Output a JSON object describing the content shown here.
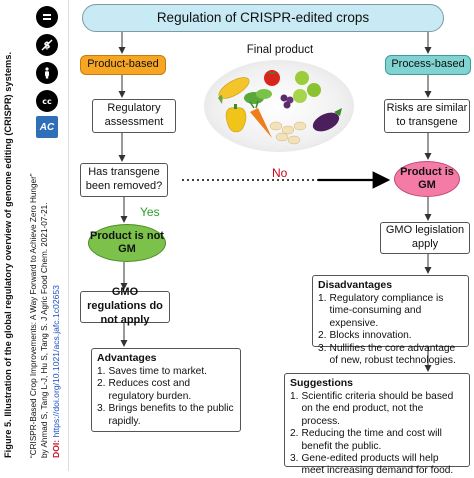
{
  "caption": {
    "figure_title": "Figure 5. Illustration of the global regulatory overview of genome editing (CRISPR) systems.",
    "citation_line1": "“CRISPR-Based Crop Improvements: A Way Forward to Achieve Zero Hunger”",
    "citation_line2": "by Ahmad S, Tang L-J, Hu S, Tang S. J Agric Food Chem. 2021-07-21.",
    "doi_label": "DOI:",
    "doi_link": "https://doi.org/10.1021/acs.jafc.1c02653",
    "license_icons": [
      "cc-nd-icon",
      "cc-nc-icon",
      "cc-by-icon",
      "cc-icon"
    ],
    "publisher_logo": "acs-logo"
  },
  "diagram": {
    "title": "Regulation of CRISPR-edited crops",
    "final_product_label": "Final product",
    "left": {
      "header": "Product-based",
      "step1": "Regulatory assessment",
      "question": "Has transgene been removed?",
      "yes_label": "Yes",
      "outcome": "Product is not GM",
      "regulation": "GMO regulations do not apply",
      "advantages": {
        "title": "Advantages",
        "items": [
          {
            "num": "1.",
            "text": "Saves time to market."
          },
          {
            "num": "2.",
            "text": "Reduces cost and regulatory burden."
          },
          {
            "num": "3.",
            "text": "Brings benefits to the public rapidly."
          }
        ]
      }
    },
    "no_label": "No",
    "right": {
      "header": "Process-based",
      "step1": "Risks are similar to transgene",
      "outcome": "Product is GM",
      "regulation": "GMO legislation apply",
      "disadvantages": {
        "title": "Disadvantages",
        "items": [
          {
            "num": "1.",
            "text": "Regulatory compliance is time-consuming and expensive."
          },
          {
            "num": "2.",
            "text": "Blocks innovation."
          },
          {
            "num": "3.",
            "text": "Nullifies the core advantage of new, robust technologies."
          }
        ]
      },
      "suggestions": {
        "title": "Suggestions",
        "items": [
          {
            "num": "1.",
            "text": "Scientific criteria should be based on the end product, not the process."
          },
          {
            "num": "2.",
            "text": "Reducing the time and cost will benefit the public."
          },
          {
            "num": "3.",
            "text": "Gene-edited products will help meet increasing demand for food."
          }
        ]
      }
    },
    "colors": {
      "title_fill": "#c7eaf4",
      "product_based_fill": "#f6a623",
      "process_based_fill": "#7fd3d1",
      "not_gm_fill": "#7cc24a",
      "is_gm_fill": "#f37ba6",
      "no_text": "#d0021b",
      "yes_text": "#27a027"
    }
  }
}
